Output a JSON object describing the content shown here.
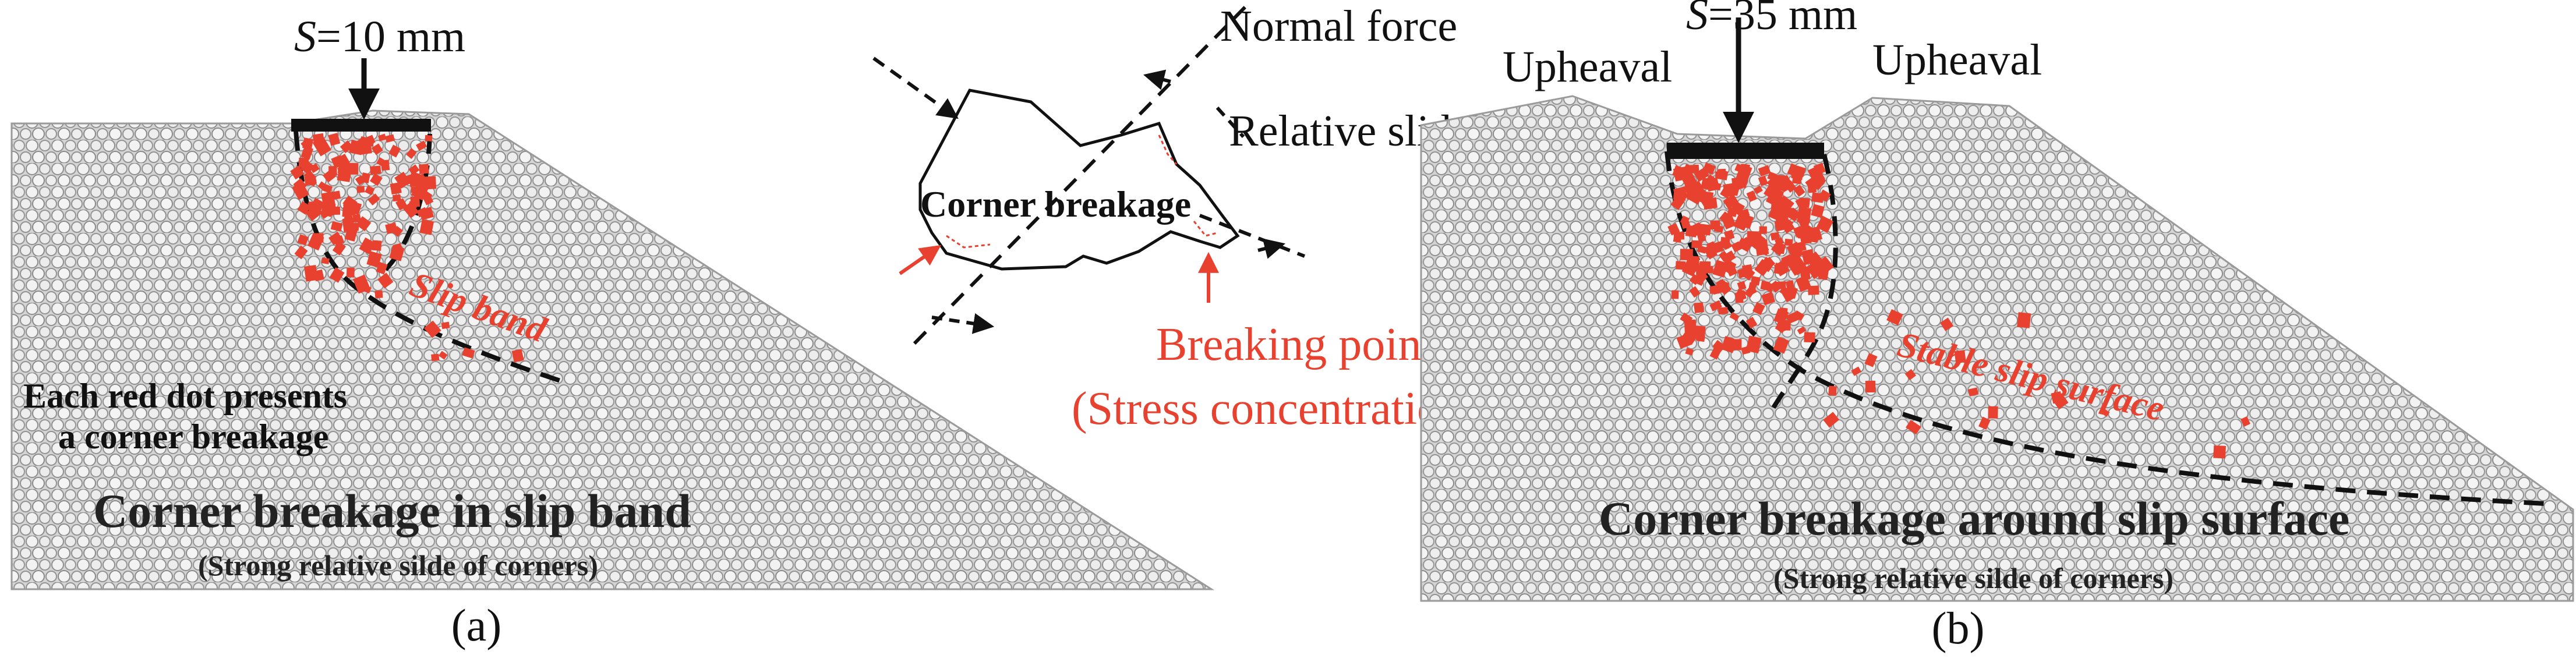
{
  "panel_a": {
    "load_label_s": "S",
    "load_label_value": "=10 mm",
    "slip_band_label": "Slip band",
    "note_line1": "Each red dot presents",
    "note_line2": "a corner breakage",
    "caption_main": "Corner breakage in slip band",
    "caption_sub": "(Strong relative silde of corners)",
    "panel_label": "(a)"
  },
  "center": {
    "normal_force_label": "Normal force",
    "relative_slide_label": "Relative slide",
    "corner_breakage_label": "Corner breakage",
    "breaking_point_label": "Breaking point",
    "stress_concentration_label": "(Stress concentration)"
  },
  "panel_b": {
    "load_label_s": "S",
    "load_label_value": "=35 mm",
    "upheaval_left": "Upheaval",
    "upheaval_right": "Upheaval",
    "slip_surface_label": "Stable slip surface",
    "caption_main": "Corner breakage around slip surface",
    "caption_sub": "(Strong relative silde of corners)",
    "panel_label": "(b)"
  },
  "colors": {
    "red": "#e8412f",
    "black": "#111111",
    "particle": "#b8b8b8"
  }
}
